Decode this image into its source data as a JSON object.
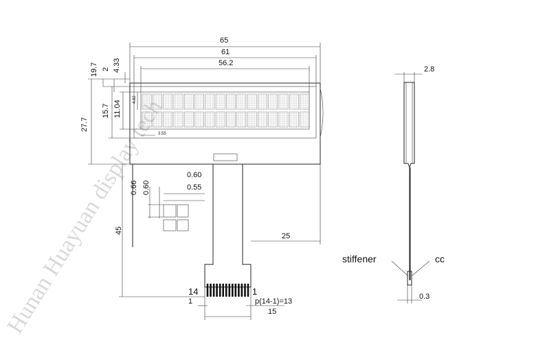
{
  "watermark": "Hunan Huayuan display tech",
  "front_view": {
    "dims_horizontal": {
      "outline_width": "65",
      "viewing_width": "61",
      "active_width": "56.2",
      "tab_width": "25",
      "pin_span": "15"
    },
    "dims_vertical": {
      "outline_height": "27.7",
      "top_offset": "19.7",
      "offset_2": "2",
      "offset_433": "4.33",
      "viewing_height": "15.7",
      "active_height": "11.04",
      "fpc_length": "45"
    },
    "char_dims": {
      "char_height": "4.82",
      "char_pitch": "3.55",
      "dot_h1": "0.66",
      "dot_h2": "0.60",
      "dot_w1": "0.60",
      "dot_w2": "0.55"
    },
    "pins": {
      "first_pin": "14",
      "last_pin": "1",
      "pitch_label": "1",
      "pitch_formula": "p(14-1)=13"
    },
    "display_format": {
      "columns": 16,
      "rows": 2
    }
  },
  "side_view": {
    "thickness": "2.8",
    "fpc_thickness": "0.3",
    "stiffener_label": "stiffener",
    "cut_label": "cc"
  }
}
